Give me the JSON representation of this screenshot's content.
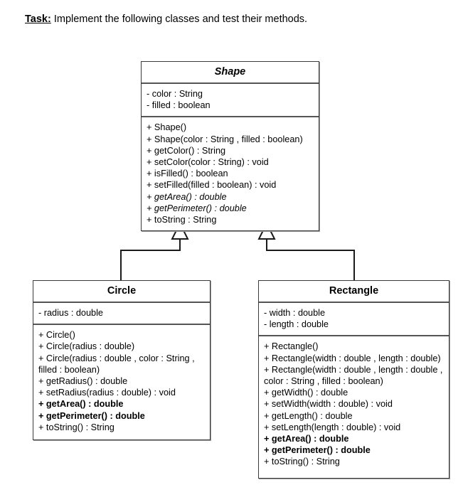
{
  "header": {
    "label": "Task:",
    "text": " Implement the following classes and test their methods."
  },
  "diagram": {
    "type": "uml-class-diagram",
    "relationship": "generalization",
    "classes": [
      {
        "name": "Shape",
        "abstract": true,
        "attributes": [
          "- color : String",
          "- filled : boolean"
        ],
        "methods": [
          {
            "text": "+ Shape()",
            "style": "normal"
          },
          {
            "text": "+ Shape(color : String , filled : boolean)",
            "style": "normal"
          },
          {
            "text": "+ getColor() : String",
            "style": "normal"
          },
          {
            "text": "+ setColor(color : String) : void",
            "style": "normal"
          },
          {
            "text": "+ isFilled() : boolean",
            "style": "normal"
          },
          {
            "text": "+ setFilled(filled : boolean) : void",
            "style": "normal"
          },
          {
            "text": "+ getArea() : double",
            "style": "italic"
          },
          {
            "text": "+ getPerimeter() : double",
            "style": "italic"
          },
          {
            "text": "+ toString : String",
            "style": "normal"
          }
        ]
      },
      {
        "name": "Circle",
        "abstract": false,
        "attributes": [
          "- radius : double"
        ],
        "methods": [
          {
            "text": "+ Circle()",
            "style": "normal"
          },
          {
            "text": "+ Circle(radius : double)",
            "style": "normal"
          },
          {
            "text": "+ Circle(radius : double , color : String , filled : boolean)",
            "style": "normal"
          },
          {
            "text": "+ getRadius() : double",
            "style": "normal"
          },
          {
            "text": "+ setRadius(radius : double) : void",
            "style": "normal"
          },
          {
            "text": "+ getArea() : double",
            "style": "bold"
          },
          {
            "text": "+ getPerimeter() : double",
            "style": "bold"
          },
          {
            "text": "+ toString() : String",
            "style": "normal"
          }
        ]
      },
      {
        "name": "Rectangle",
        "abstract": false,
        "attributes": [
          "- width : double",
          "- length : double"
        ],
        "methods": [
          {
            "text": "+ Rectangle()",
            "style": "normal"
          },
          {
            "text": "+ Rectangle(width : double , length : double)",
            "style": "normal"
          },
          {
            "text": "+ Rectangle(width : double , length : double , color : String , filled : boolean)",
            "style": "normal"
          },
          {
            "text": "+ getWidth() : double",
            "style": "normal"
          },
          {
            "text": "+ setWidth(width : double) : void",
            "style": "normal"
          },
          {
            "text": "+ getLength() : double",
            "style": "normal"
          },
          {
            "text": "+ setLength(length : double) : void",
            "style": "normal"
          },
          {
            "text": "+ getArea() : double",
            "style": "bold"
          },
          {
            "text": "+ getPerimeter() : double",
            "style": "bold"
          },
          {
            "text": "+ toString() : String",
            "style": "normal"
          }
        ]
      }
    ]
  },
  "colors": {
    "background": "#ffffff",
    "text": "#000000",
    "border": "#3a3a3a",
    "divider": "#555555",
    "connector": "#1a1a1a"
  }
}
